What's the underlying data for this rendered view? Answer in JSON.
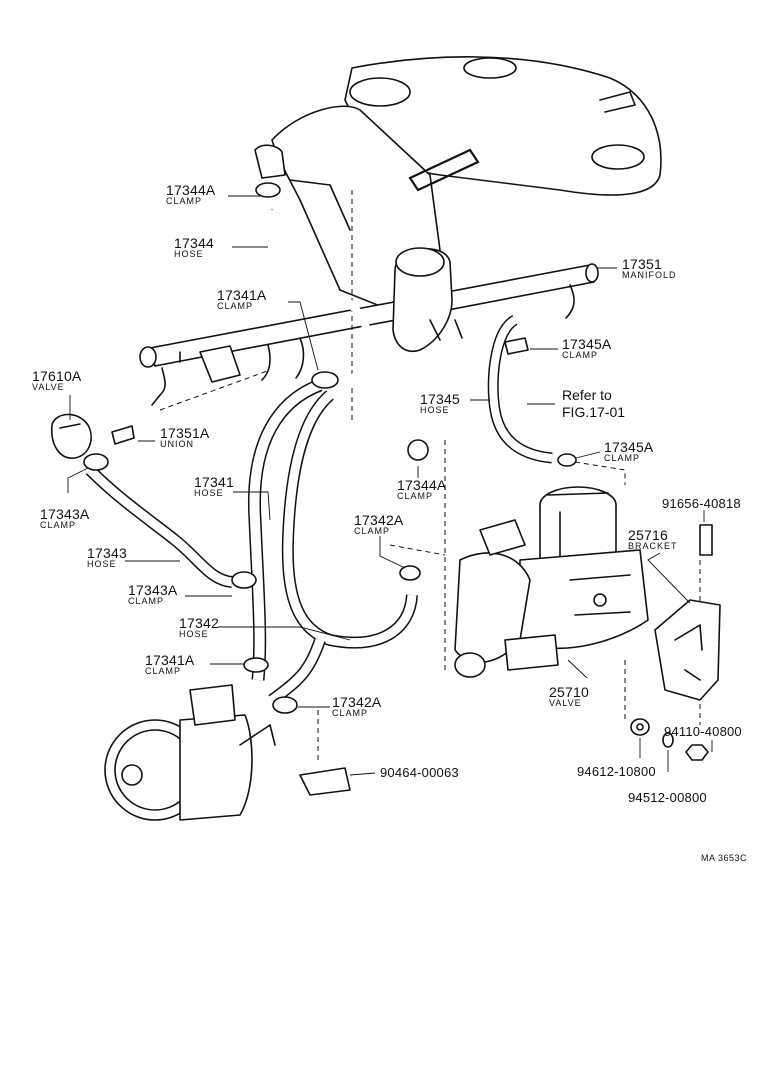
{
  "callouts": {
    "c17344A_top": {
      "number": "17344A",
      "name": "CLAMP"
    },
    "c17344": {
      "number": "17344",
      "name": "HOSE"
    },
    "c17341A_top": {
      "number": "17341A",
      "name": "CLAMP"
    },
    "c17610A": {
      "number": "17610A",
      "name": "VALVE"
    },
    "c17351A": {
      "number": "17351A",
      "name": "UNION"
    },
    "c17343A_top": {
      "number": "17343A",
      "name": "CLAMP"
    },
    "c17343": {
      "number": "17343",
      "name": "HOSE"
    },
    "c17343A_bot": {
      "number": "17343A",
      "name": "CLAMP"
    },
    "c17341": {
      "number": "17341",
      "name": "HOSE"
    },
    "c17342": {
      "number": "17342",
      "name": "HOSE"
    },
    "c17341A_bot": {
      "number": "17341A",
      "name": "CLAMP"
    },
    "c17342A_top": {
      "number": "17342A",
      "name": "CLAMP"
    },
    "c17342A_bot": {
      "number": "17342A",
      "name": "CLAMP"
    },
    "c17344A_mid": {
      "number": "17344A",
      "name": "CLAMP"
    },
    "c17351": {
      "number": "17351",
      "name": "MANIFOLD"
    },
    "c17345A_top": {
      "number": "17345A",
      "name": "CLAMP"
    },
    "c17345": {
      "number": "17345",
      "name": "HOSE"
    },
    "c17345A_bot": {
      "number": "17345A",
      "name": "CLAMP"
    },
    "c25716": {
      "number": "25716",
      "name": "BRACKET"
    },
    "c25710": {
      "number": "25710",
      "name": "VALVE"
    },
    "c91656": {
      "number": "91656-40818"
    },
    "c94110": {
      "number": "94110-40800"
    },
    "c94612": {
      "number": "94612-10800"
    },
    "c94512": {
      "number": "94512-00800"
    },
    "c90464": {
      "number": "90464-00063"
    }
  },
  "refer": {
    "line1": "Refer to",
    "line2": "FIG.17-01"
  },
  "drawing_code": "MA 3653C"
}
